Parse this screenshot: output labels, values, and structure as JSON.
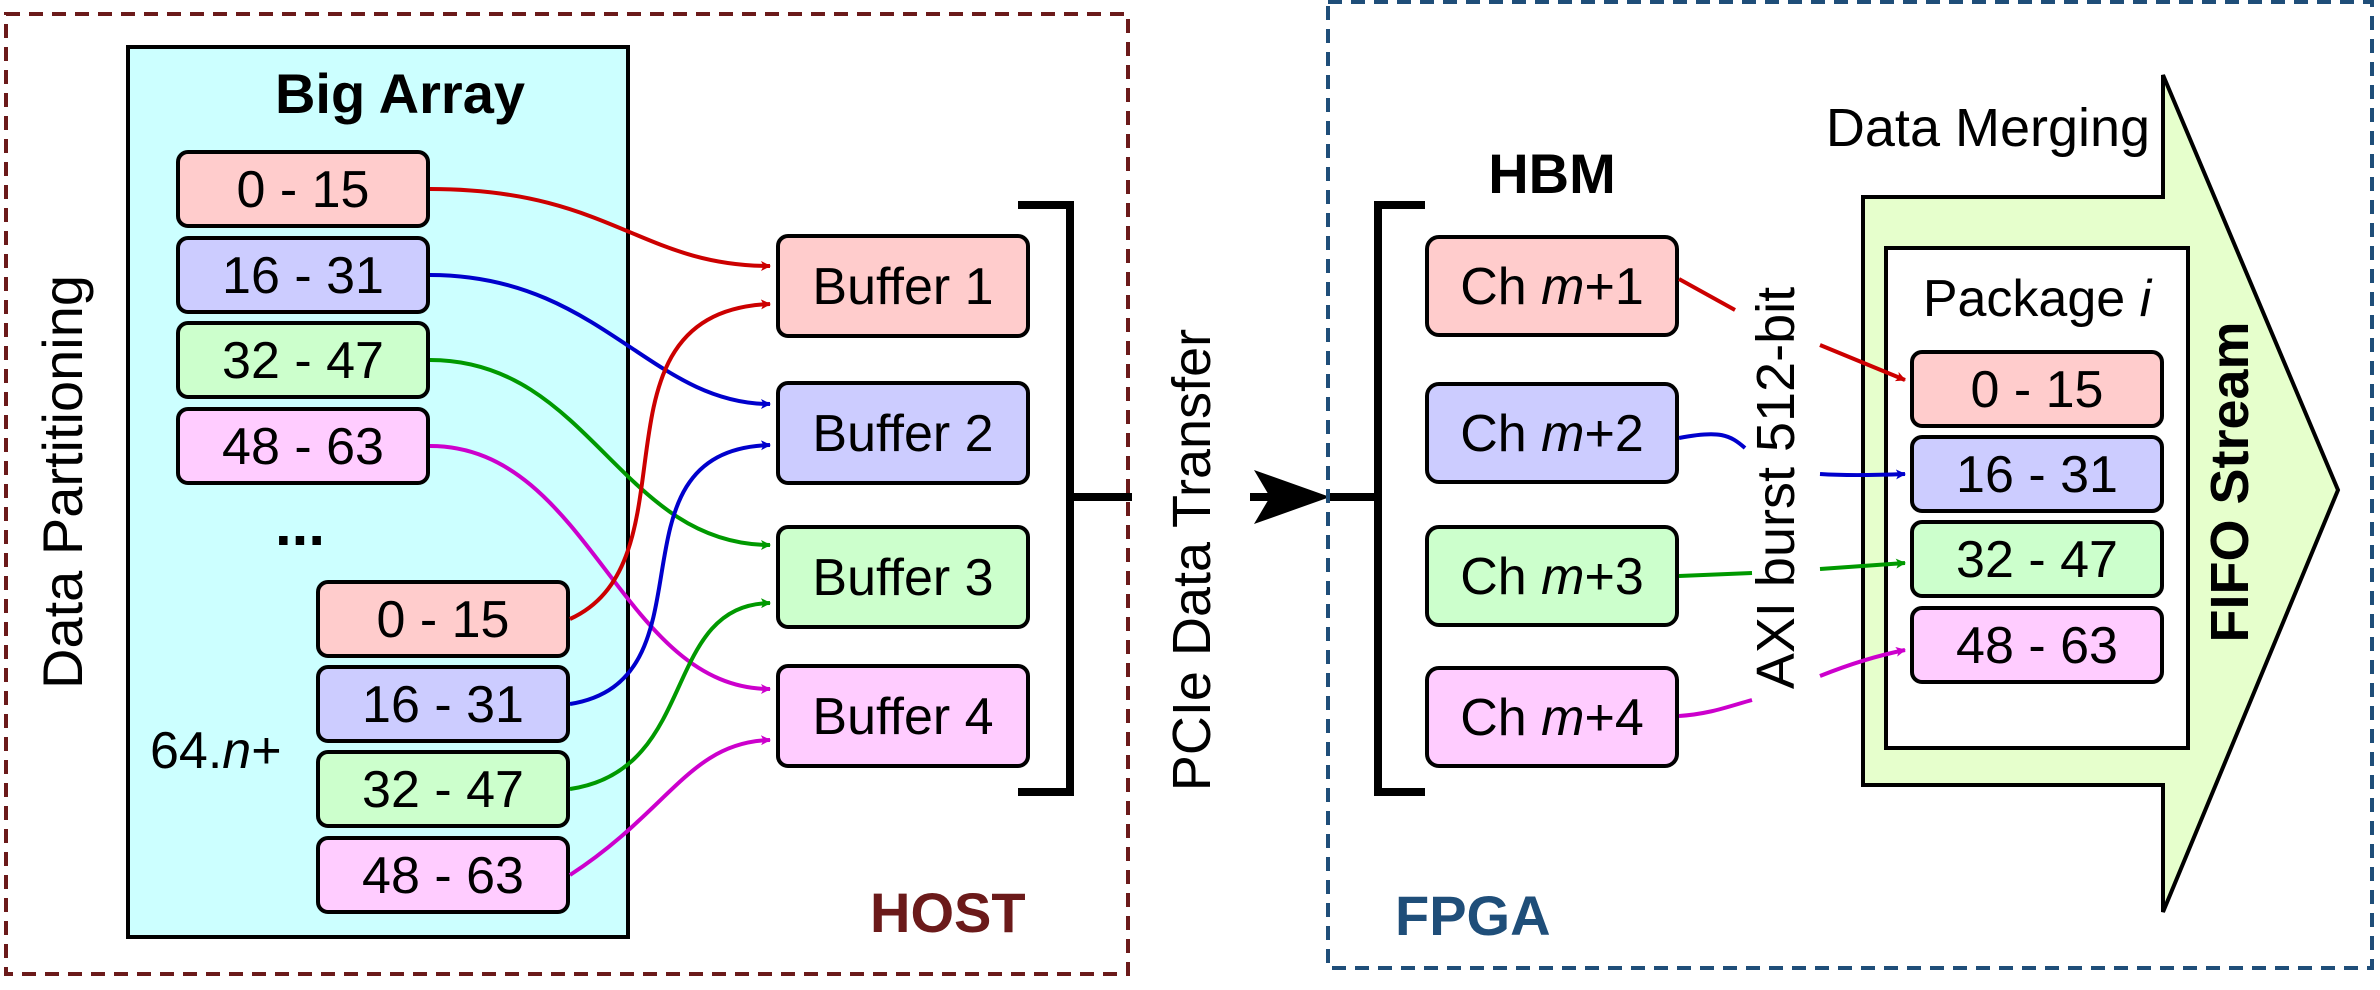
{
  "host": {
    "label": "HOST",
    "side_label": "Data Partitioning",
    "big_array": {
      "title": "Big Array",
      "first_block": [
        "0 - 15",
        "16 - 31",
        "32 - 47",
        "48 - 63"
      ],
      "ellipsis": "...",
      "offset_prefix": "64.",
      "offset_var": "n",
      "offset_suffix": "+",
      "second_block": [
        "0 - 15",
        "16 - 31",
        "32 - 47",
        "48 - 63"
      ]
    },
    "buffers": [
      "Buffer 1",
      "Buffer 2",
      "Buffer 3",
      "Buffer 4"
    ],
    "transfer_label": "PCIe Data Transfer"
  },
  "fpga": {
    "label": "FPGA",
    "hbm_title": "HBM",
    "channels": [
      {
        "prefix": "Ch ",
        "var": "m",
        "suffix": "+1"
      },
      {
        "prefix": "Ch ",
        "var": "m",
        "suffix": "+2"
      },
      {
        "prefix": "Ch ",
        "var": "m",
        "suffix": "+3"
      },
      {
        "prefix": "Ch ",
        "var": "m",
        "suffix": "+4"
      }
    ],
    "axi_label": "AXI burst 512-bit",
    "merge_label": "Data Merging",
    "package": {
      "prefix": "Package ",
      "var": "i",
      "rows": [
        "0 - 15",
        "16 - 31",
        "32 - 47",
        "48 - 63"
      ]
    },
    "stream_label": "FIFO Stream"
  },
  "colors": {
    "host_border": "#6b1a1a",
    "fpga_border": "#1f4e79",
    "big_array_fill": "#ccffff",
    "red_fill": "#ffcccc",
    "blue_fill": "#ccccff",
    "green_fill": "#ccffcc",
    "magenta_fill": "#ffccff",
    "stream_fill": "#e6ffcc",
    "red_arrow": "#cc0000",
    "blue_arrow": "#0000cc",
    "green_arrow": "#009900",
    "magenta_arrow": "#cc00cc"
  }
}
